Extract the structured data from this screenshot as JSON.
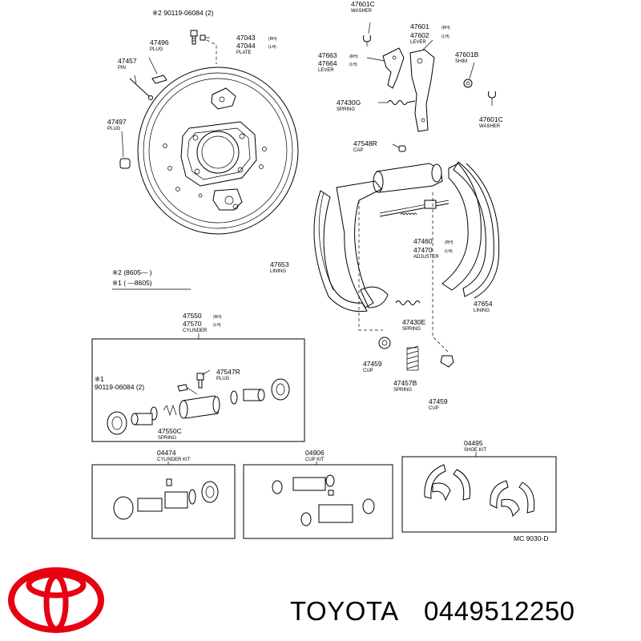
{
  "labels": {
    "bolt_top": "※2 90119-06084 (2)",
    "p47496": "47496",
    "p47496s": "PLUG",
    "p47457": "47457",
    "p47457s": "PIN",
    "p47497": "47497",
    "p47497s": "PLUG",
    "p47043": "47043",
    "p47043r": "(RH)",
    "p47044": "47044",
    "p47044r": "(LH)",
    "p47044s": "PLATE",
    "p47601c_t": "47601C",
    "p47601c_ts": "WASHER",
    "p47601": "47601",
    "p47601r": "(RH)",
    "p47602": "47602",
    "p47602r": "(LH)",
    "p47602s": "LEVER",
    "p47663": "47663",
    "p47663r": "(RH)",
    "p47664": "47664",
    "p47664r": "(LH)",
    "p47664s": "LEVER",
    "p47601b": "47601B",
    "p47601bs": "SHIM",
    "p47430g": "47430G",
    "p47430gs": "SPRING",
    "p47601c_b": "47601C",
    "p47601c_bs": "WASHER",
    "p47548r": "47548R",
    "p47548rs": "CAP",
    "p47460": "47460",
    "p47460r": "(RH)",
    "p47470": "47470",
    "p47470r": "(LH)",
    "p47470s": "ADJUSTER",
    "p47653": "47653",
    "p47653s": "LINING",
    "p47654": "47654",
    "p47654s": "LINING",
    "p47430e": "47430E",
    "p47430es": "SPRING",
    "p47459a": "47459",
    "p47459as": "CUP",
    "p47457b": "47457B",
    "p47457bs": "SPRING",
    "p47459b": "47459",
    "p47459bs": "CUP",
    "note2": "※2 (8605—          )",
    "note1": "※1 (          —8605)",
    "p47550": "47550",
    "p47550r": "(RH)",
    "p47570": "47570",
    "p47570r": "(LH)",
    "p47570s": "CYLINDER",
    "p47547r": "47547R",
    "p47547rs": "PLUG",
    "bolt1a": "※1",
    "bolt1b": "90119-06084 (2)",
    "p47550c": "47550C",
    "p47550cs": "SPRING",
    "k04474": "04474",
    "k04474s": "CYLINDER KIT",
    "k04906": "04906",
    "k04906s": "CUP KIT",
    "k04495": "04495",
    "k04495s": "SHOE KIT",
    "ref": "MC 9030-D"
  },
  "brand": {
    "name": "TOYOTA",
    "part_number": "0449512250",
    "logo_color": "#e60012"
  }
}
